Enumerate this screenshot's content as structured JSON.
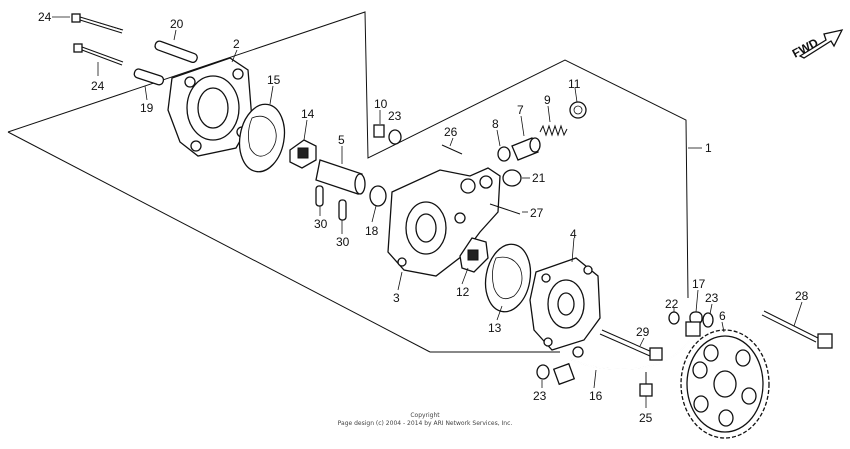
{
  "direction_label": "FWD",
  "copyright": {
    "line1": "Copyright",
    "line2": "Page design (c) 2004 - 2014 by ARI Network Services, Inc."
  },
  "callouts": {
    "c1": "1",
    "c2": "2",
    "c3": "3",
    "c4": "4",
    "c5": "5",
    "c6": "6",
    "c7": "7",
    "c8": "8",
    "c9": "9",
    "c10": "10",
    "c11": "11",
    "c12": "12",
    "c13": "13",
    "c14": "14",
    "c15": "15",
    "c16": "16",
    "c17": "17",
    "c19": "19",
    "c20": "20",
    "c21": "21",
    "c22": "22",
    "c23a": "23",
    "c23b": "23",
    "c23c": "23",
    "c24a": "24",
    "c24b": "24",
    "c25": "25",
    "c26": "26",
    "c27": "27",
    "c28": "28",
    "c29": "29",
    "c30a": "30",
    "c30b": "30",
    "c18": "18"
  }
}
